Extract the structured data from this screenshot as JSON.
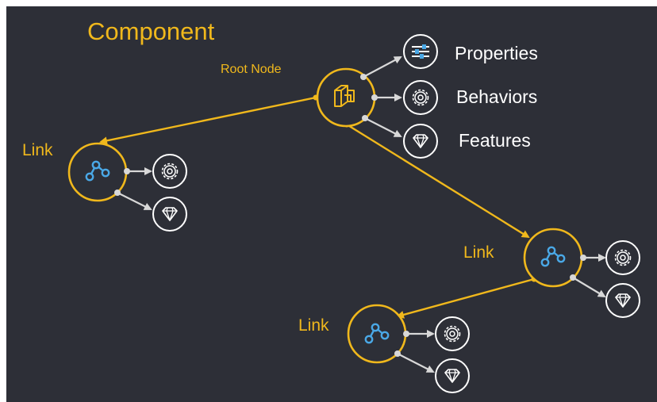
{
  "diagram": {
    "title": "Component",
    "root_label": "Root Node",
    "link_label": "Link",
    "properties_label": "Properties",
    "behaviors_label": "Behaviors",
    "features_label": "Features"
  },
  "colors": {
    "background": "#2d2f37",
    "accent": "#f0b81c",
    "connector": "#d8d8d8",
    "link_icon": "#4aa8e6",
    "icon_ring": "#ffffff"
  },
  "icons": {
    "root_node": "cube-stack-icon",
    "link": "link-graph-icon",
    "properties": "sliders-icon",
    "behaviors": "gear-icon",
    "features": "diamond-icon"
  }
}
